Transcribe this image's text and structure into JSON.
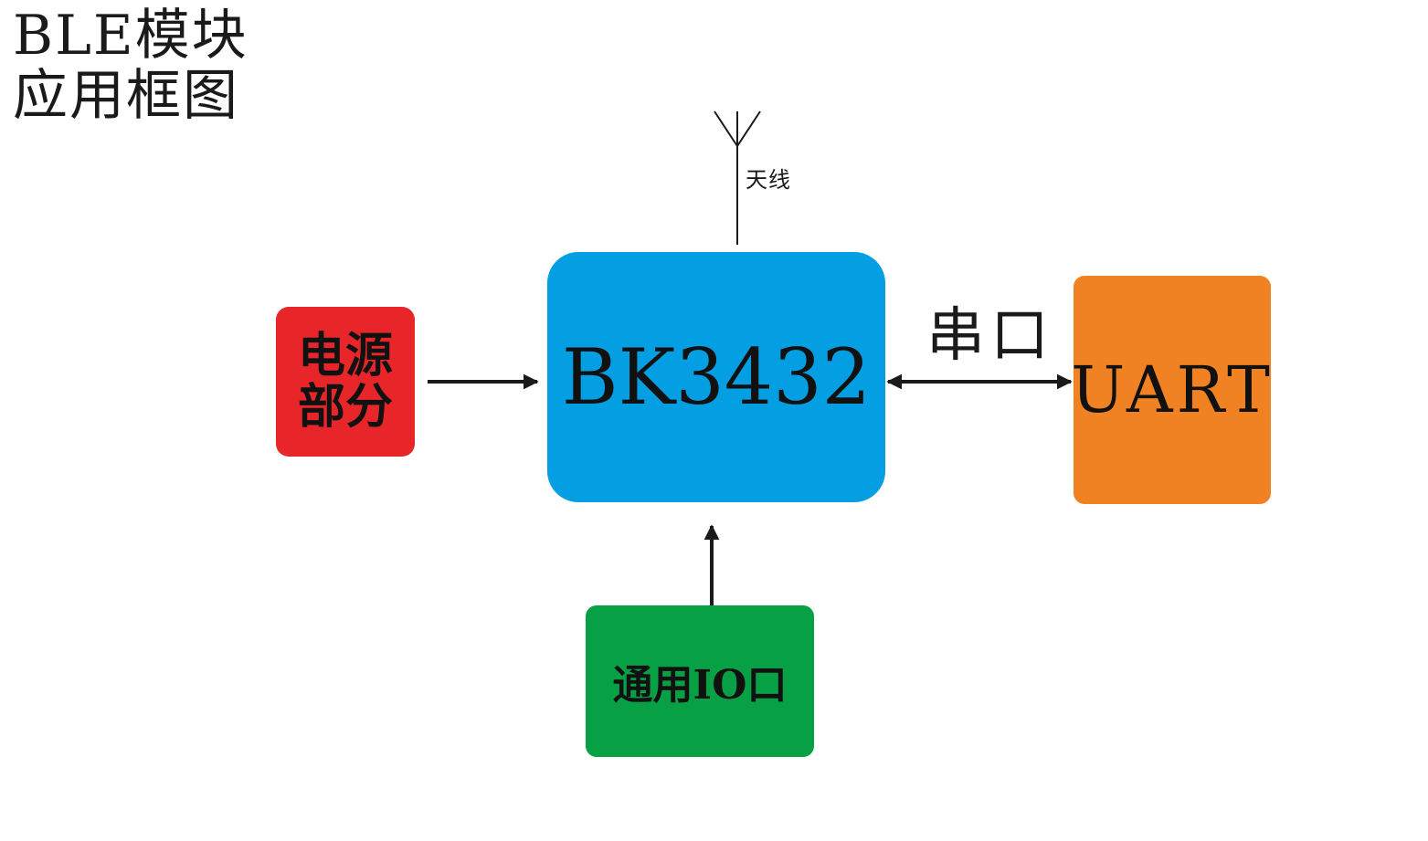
{
  "title": {
    "line1": "BLE模块",
    "line2": "应用框图"
  },
  "blocks": {
    "power": {
      "label": "电源部分",
      "color": "#e8262a"
    },
    "chip": {
      "label": "BK3432",
      "color": "#049fe2"
    },
    "uart": {
      "label": "UART",
      "color": "#f08223"
    },
    "gpio": {
      "label": "通用IO口",
      "color": "#07a045"
    }
  },
  "labels": {
    "antenna": "天线",
    "serial": "串口"
  },
  "icons": {
    "antenna": "antenna-icon"
  },
  "colors": {
    "line": "#1a1a1a",
    "background": "#ffffff"
  }
}
